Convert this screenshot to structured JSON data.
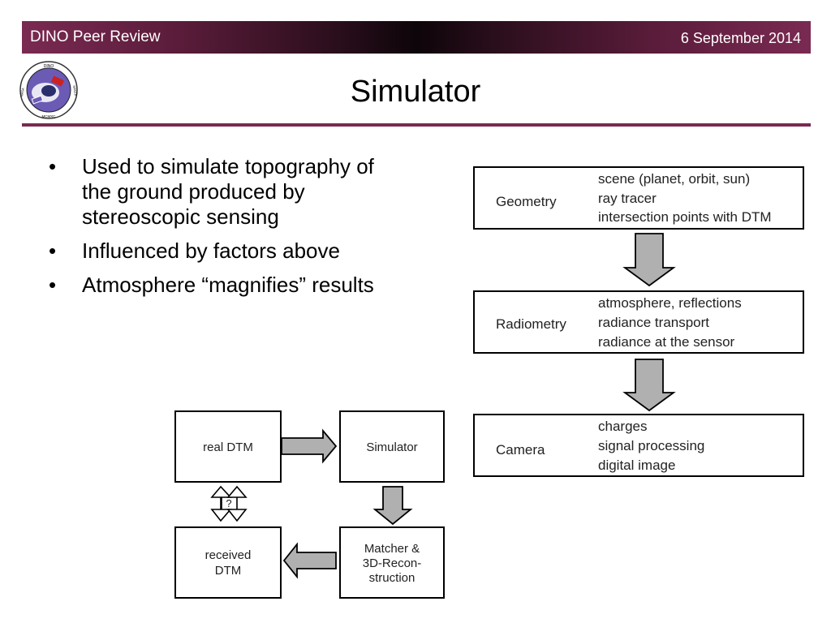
{
  "header": {
    "left": "DINO Peer Review",
    "right": "6 September 2014"
  },
  "logo": {
    "top_text": "DINO",
    "bottom_text": "MCMXC",
    "left_text": "NASA",
    "right_text": "SPACE",
    "accent_color": "#6b5bb5"
  },
  "slide": {
    "title": "Simulator"
  },
  "bullets": [
    {
      "mark": "•",
      "text": "Used to simulate topography of the ground produced by stereoscopic sensing"
    },
    {
      "mark": "•",
      "text": "Influenced by factors above"
    },
    {
      "mark": "•",
      "text": "Atmosphere “magnifies” results"
    }
  ],
  "pipeline": [
    {
      "label": "Geometry",
      "items": [
        "scene (planet, orbit, sun)",
        "ray tracer",
        "intersection points with DTM"
      ]
    },
    {
      "label": "Radiometry",
      "items": [
        "atmosphere, reflections",
        "radiance transport",
        "radiance at the sensor"
      ]
    },
    {
      "label": "Camera",
      "items": [
        "charges",
        "signal processing",
        "digital image"
      ]
    }
  ],
  "loop": {
    "real_dtm": "real DTM",
    "simulator": "Simulator",
    "matcher": [
      "Matcher &",
      "3D-Recon-",
      "struction"
    ],
    "received": [
      "received",
      "DTM"
    ],
    "question": "?"
  },
  "colors": {
    "brand": "#7a2a52",
    "arrow_fill": "#b0b0b0"
  }
}
